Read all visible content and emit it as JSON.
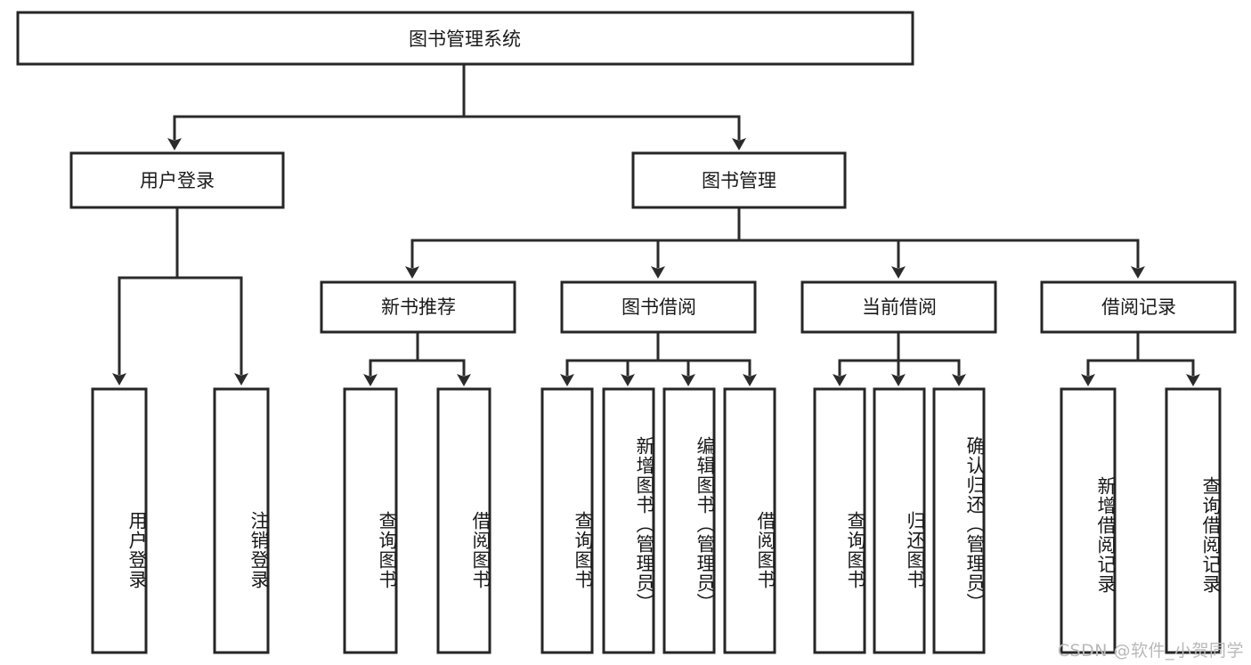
{
  "diagram": {
    "title": "图书管理系统",
    "type": "hierarchy-tree",
    "root": {
      "id": "root",
      "label": "图书管理系统",
      "orientation": "horizontal"
    },
    "level2": [
      {
        "id": "user-login",
        "label": "用户登录",
        "orientation": "horizontal"
      },
      {
        "id": "book-manage",
        "label": "图书管理",
        "orientation": "horizontal"
      }
    ],
    "level3": [
      {
        "id": "new-book-recommend",
        "label": "新书推荐",
        "parent": "book-manage",
        "orientation": "horizontal"
      },
      {
        "id": "book-borrow",
        "label": "图书借阅",
        "parent": "book-manage",
        "orientation": "horizontal"
      },
      {
        "id": "current-borrow",
        "label": "当前借阅",
        "parent": "book-manage",
        "orientation": "horizontal"
      },
      {
        "id": "borrow-record",
        "label": "借阅记录",
        "parent": "book-manage",
        "orientation": "horizontal"
      }
    ],
    "leaves": [
      {
        "id": "leaf-user-login",
        "label": "用户登录",
        "parent": "user-login",
        "orientation": "vertical"
      },
      {
        "id": "leaf-logout",
        "label": "注销登录",
        "parent": "user-login",
        "orientation": "vertical"
      },
      {
        "id": "leaf-query-book-1",
        "label": "查询图书",
        "parent": "new-book-recommend",
        "orientation": "vertical"
      },
      {
        "id": "leaf-borrow-book-1",
        "label": "借阅图书",
        "parent": "new-book-recommend",
        "orientation": "vertical"
      },
      {
        "id": "leaf-query-book-2",
        "label": "查询图书",
        "parent": "book-borrow",
        "orientation": "vertical"
      },
      {
        "id": "leaf-add-book",
        "label": "新增图书（管理员）",
        "parent": "book-borrow",
        "orientation": "vertical"
      },
      {
        "id": "leaf-edit-book",
        "label": "编辑图书（管理员）",
        "parent": "book-borrow",
        "orientation": "vertical"
      },
      {
        "id": "leaf-borrow-book-2",
        "label": "借阅图书",
        "parent": "book-borrow",
        "orientation": "vertical"
      },
      {
        "id": "leaf-query-book-3",
        "label": "查询图书",
        "parent": "current-borrow",
        "orientation": "vertical"
      },
      {
        "id": "leaf-return-book",
        "label": "归还图书",
        "parent": "current-borrow",
        "orientation": "vertical"
      },
      {
        "id": "leaf-confirm-return",
        "label": "确认归还（管理员）",
        "parent": "current-borrow",
        "orientation": "vertical"
      },
      {
        "id": "leaf-add-record",
        "label": "新增借阅记录",
        "parent": "borrow-record",
        "orientation": "vertical"
      },
      {
        "id": "leaf-query-record",
        "label": "查询借阅记录",
        "parent": "borrow-record",
        "orientation": "vertical"
      }
    ],
    "watermark": "CSDN @软件_小贺同学",
    "colors": {
      "stroke": "#262626",
      "connector": "#2b2b2b",
      "box_fill": "#ffffff",
      "text": "#1a1a1a",
      "watermark": "#b9b9b9",
      "background": "#ffffff"
    }
  }
}
